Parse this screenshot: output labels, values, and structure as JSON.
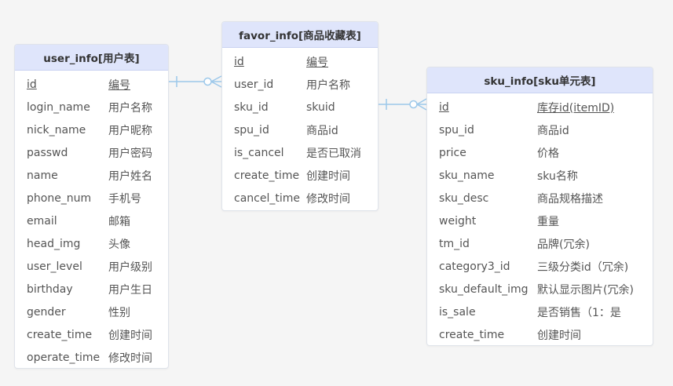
{
  "tables": [
    {
      "id": "user_info",
      "title": "user_info[用户表]",
      "fields": [
        {
          "name": "id",
          "desc": "编号",
          "pk": true
        },
        {
          "name": "login_name",
          "desc": "用户名称"
        },
        {
          "name": "nick_name",
          "desc": "用户昵称"
        },
        {
          "name": "passwd",
          "desc": "用户密码"
        },
        {
          "name": "name",
          "desc": "用户姓名"
        },
        {
          "name": "phone_num",
          "desc": "手机号"
        },
        {
          "name": "email",
          "desc": "邮箱"
        },
        {
          "name": "head_img",
          "desc": "头像"
        },
        {
          "name": "user_level",
          "desc": "用户级别"
        },
        {
          "name": "birthday",
          "desc": "用户生日"
        },
        {
          "name": "gender",
          "desc": "性别"
        },
        {
          "name": "create_time",
          "desc": "创建时间"
        },
        {
          "name": "operate_time",
          "desc": "修改时间"
        }
      ]
    },
    {
      "id": "favor_info",
      "title": "favor_info[商品收藏表]",
      "fields": [
        {
          "name": "id",
          "desc": "编号",
          "pk": true
        },
        {
          "name": "user_id",
          "desc": "用户名称"
        },
        {
          "name": "sku_id",
          "desc": "skuid"
        },
        {
          "name": "spu_id",
          "desc": "商品id"
        },
        {
          "name": "is_cancel",
          "desc": "是否已取消"
        },
        {
          "name": "create_time",
          "desc": "创建时间"
        },
        {
          "name": "cancel_time",
          "desc": "修改时间"
        }
      ]
    },
    {
      "id": "sku_info",
      "title": "sku_info[sku单元表]",
      "fields": [
        {
          "name": "id",
          "desc": "库存id(itemID)",
          "pk": true
        },
        {
          "name": "spu_id",
          "desc": "商品id"
        },
        {
          "name": "price",
          "desc": "价格"
        },
        {
          "name": "sku_name",
          "desc": "sku名称"
        },
        {
          "name": "sku_desc",
          "desc": "商品规格描述"
        },
        {
          "name": "weight",
          "desc": "重量"
        },
        {
          "name": "tm_id",
          "desc": "品牌(冗余)"
        },
        {
          "name": "category3_id",
          "desc": "三级分类id（冗余)"
        },
        {
          "name": "sku_default_img",
          "desc": "默认显示图片(冗余)"
        },
        {
          "name": "is_sale",
          "desc": "是否销售（1：是"
        },
        {
          "name": "create_time",
          "desc": "创建时间"
        }
      ]
    }
  ],
  "relations": [
    {
      "from": "user_info.id",
      "to": "favor_info.user_id",
      "type": "one-to-many"
    },
    {
      "from": "favor_info.sku_id",
      "to": "sku_info.id",
      "type": "one-to-many"
    }
  ],
  "colors": {
    "header_bg": "#dfe5fb",
    "line": "#9cc8ea",
    "canvas": "#f5f5f5"
  }
}
